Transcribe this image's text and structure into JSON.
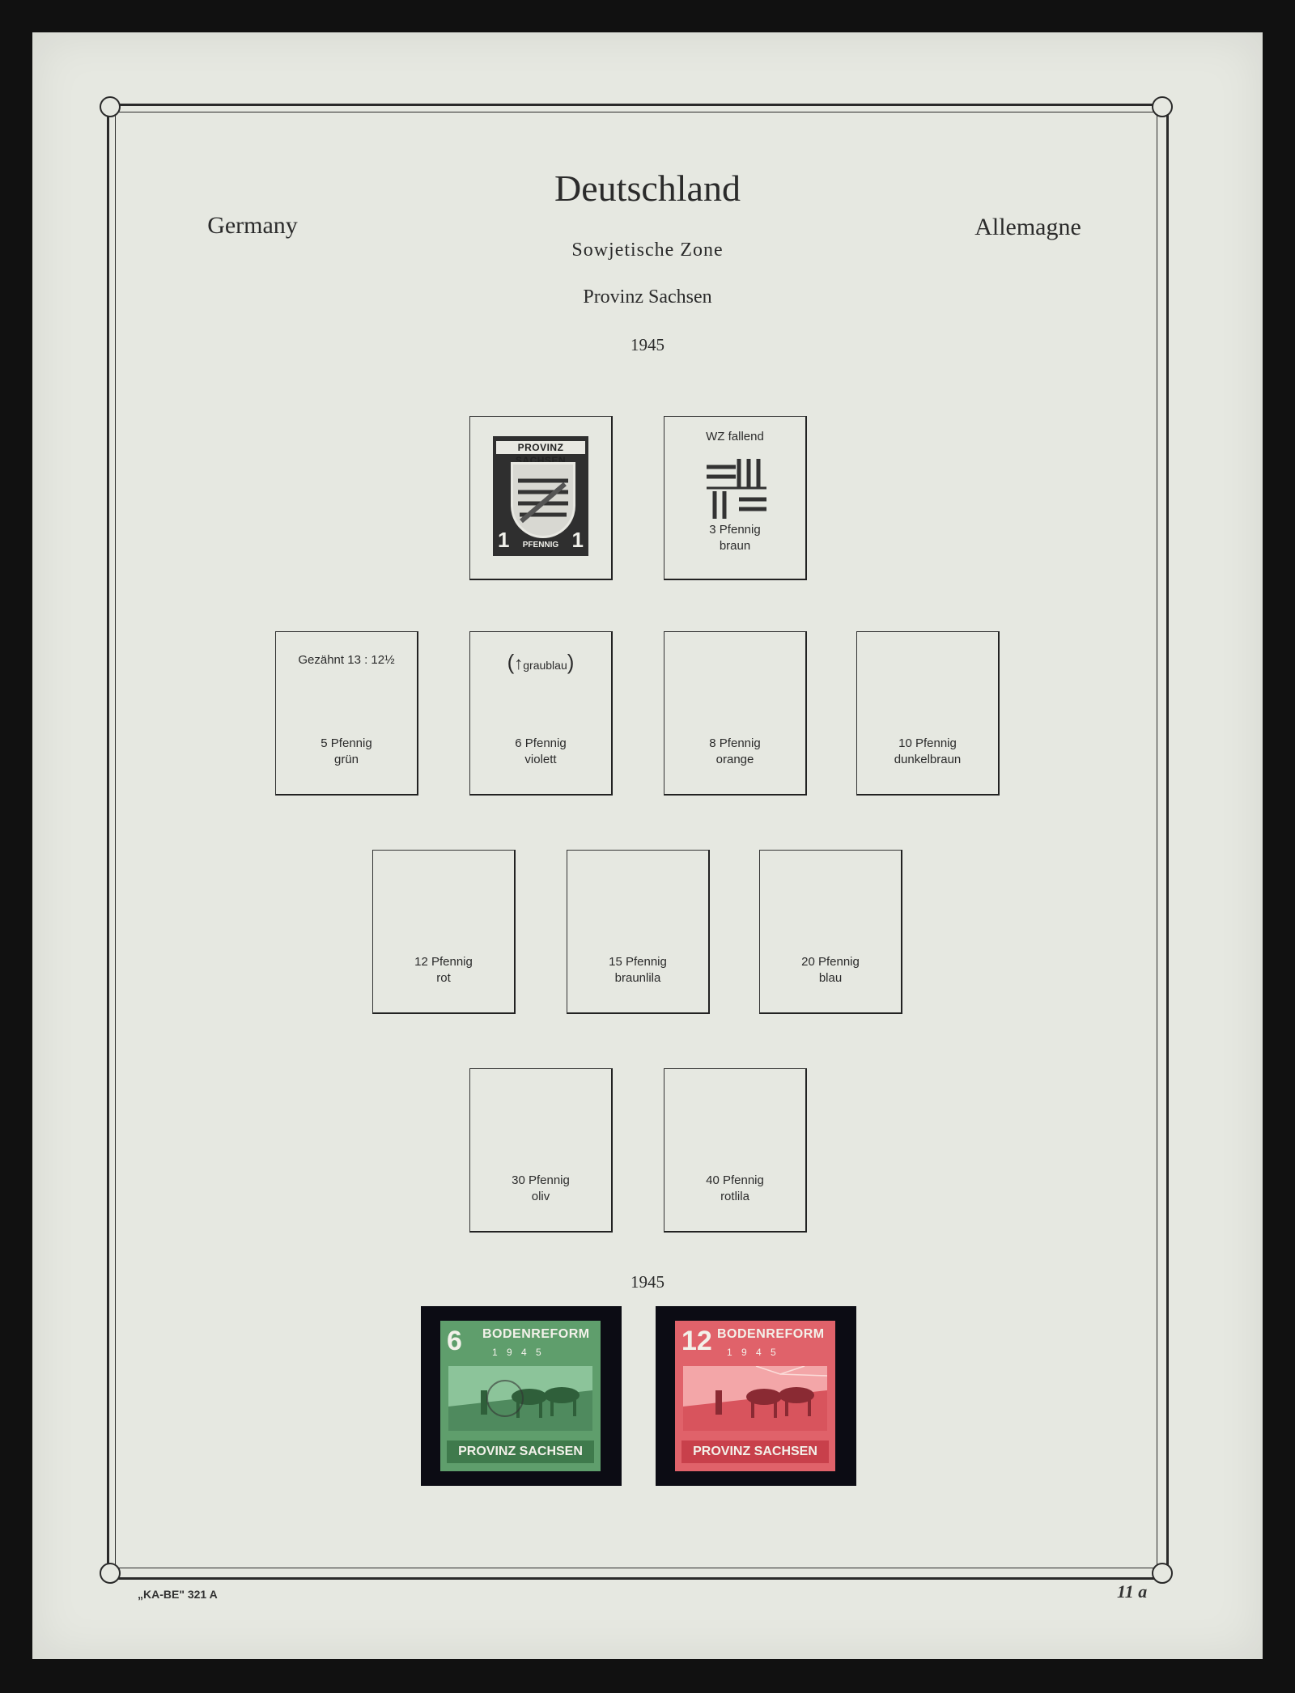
{
  "header": {
    "title": "Deutschland",
    "left": "Germany",
    "right": "Allemagne",
    "zone": "Sowjetische Zone",
    "region": "Provinz Sachsen",
    "year_top": "1945",
    "year_bottom": "1945"
  },
  "stamp_1": {
    "header": "PROVINZ SACHSEN",
    "value": "1",
    "footer": "PFENNIG"
  },
  "slots": [
    {
      "note": "WZ fallend",
      "line1": "3 Pfennig",
      "line2": "braun"
    },
    {
      "note": "Gezähnt 13 : 12½",
      "line1": "5 Pfennig",
      "line2": "grün"
    },
    {
      "note": "graublau",
      "line1": "6 Pfennig",
      "line2": "violett"
    },
    {
      "note": "",
      "line1": "8 Pfennig",
      "line2": "orange"
    },
    {
      "note": "",
      "line1": "10 Pfennig",
      "line2": "dunkelbraun"
    },
    {
      "note": "",
      "line1": "12 Pfennig",
      "line2": "rot"
    },
    {
      "note": "",
      "line1": "15 Pfennig",
      "line2": "braunlila"
    },
    {
      "note": "",
      "line1": "20 Pfennig",
      "line2": "blau"
    },
    {
      "note": "",
      "line1": "30 Pfennig",
      "line2": "oliv"
    },
    {
      "note": "",
      "line1": "40 Pfennig",
      "line2": "rotlila"
    }
  ],
  "bodenreform": [
    {
      "value": "6",
      "title": "BODENREFORM",
      "year": "1 9 4 5",
      "footer": "PROVINZ SACHSEN",
      "color": "#5f9e6c"
    },
    {
      "value": "12",
      "title": "BODENREFORM",
      "year": "1 9 4 5",
      "footer": "PROVINZ SACHSEN",
      "color": "#e0626a"
    }
  ],
  "footer": {
    "publisher": "„KA-BE\" 321 A",
    "page": "11 a"
  }
}
